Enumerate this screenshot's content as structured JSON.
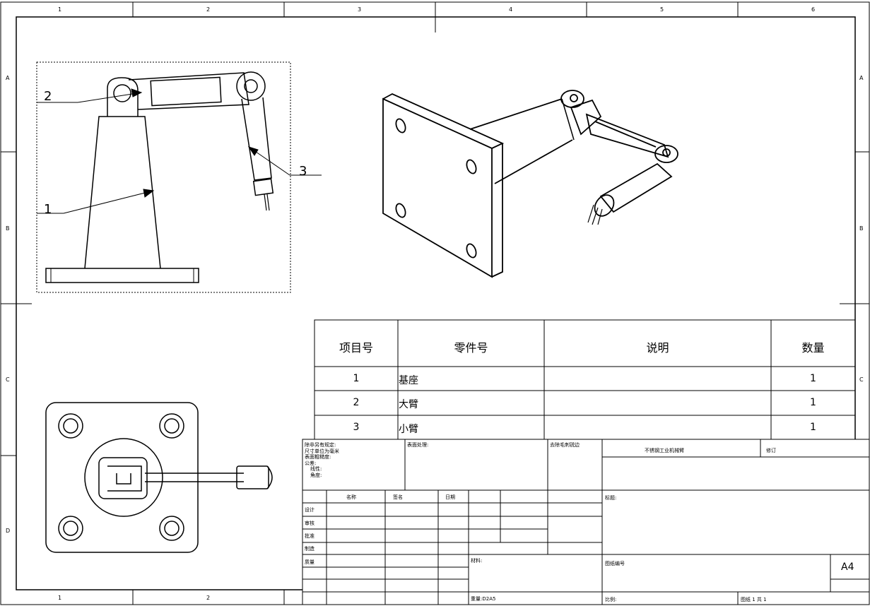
{
  "zones": {
    "columns": [
      "1",
      "2",
      "3",
      "4",
      "5",
      "6"
    ],
    "rows": [
      "A",
      "B",
      "C",
      "D"
    ]
  },
  "callouts": [
    "2",
    "3",
    "1"
  ],
  "bom": {
    "headers": [
      "项目号",
      "零件号",
      "说明",
      "数量"
    ],
    "rows": [
      {
        "item": "1",
        "part": "基座",
        "desc": "",
        "qty": "1"
      },
      {
        "item": "2",
        "part": "大臂",
        "desc": "",
        "qty": "1"
      },
      {
        "item": "3",
        "part": "小臂",
        "desc": "",
        "qty": "1"
      }
    ]
  },
  "title_block": {
    "notes": [
      "除非另有规定:",
      "尺寸单位为毫米",
      "表面粗糙度:",
      "公差:",
      "线性:",
      "角度:"
    ],
    "finish_label": "表面处理:",
    "deburr_label": "去除毛刺锐边",
    "company": "不锈钢工业机械臂",
    "revision_label": "修订",
    "col_name": "名称",
    "col_signature": "签名",
    "col_date": "日期",
    "row_labels": [
      "设计",
      "审核",
      "批准",
      "制造",
      "质量"
    ],
    "material_label": "材料:",
    "drawing_title_label": "标题:",
    "drawing_number_label": "图纸编号",
    "size": "A4",
    "weight_label": "重量:D2A5",
    "scale_label": "比例:",
    "sheet_label": "图纸 1 共 1"
  }
}
